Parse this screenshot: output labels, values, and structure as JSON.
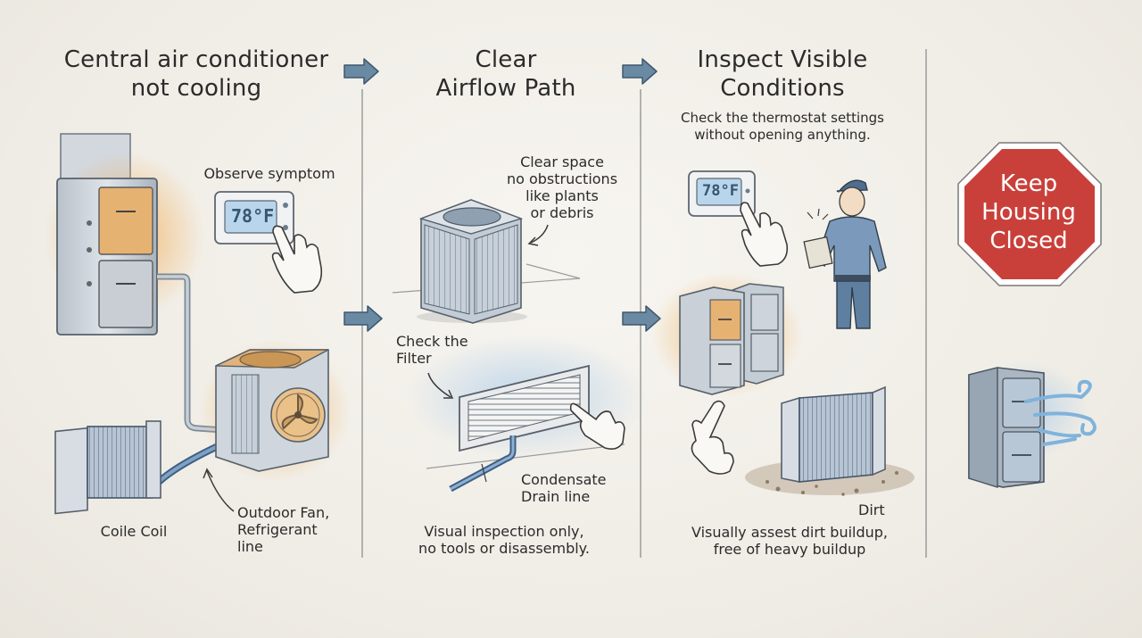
{
  "panels": [
    {
      "title_lines": [
        "Central air conditioner",
        "not cooling"
      ],
      "labels": {
        "observe": "Observe symptom",
        "coil": "Coile Coil",
        "fan_lines": [
          "Outdoor Fan,",
          "Refrigerant",
          "line"
        ]
      }
    },
    {
      "title_lines": [
        "Clear",
        "Airflow Path"
      ],
      "labels": {
        "clear_space_lines": [
          "Clear space",
          "no obstructions",
          "like plants",
          "or debris"
        ],
        "filter_lines": [
          "Check the",
          "Filter"
        ],
        "drain_lines": [
          "Condensate",
          "Drain line"
        ],
        "note_lines": [
          "Visual inspection only,",
          "no tools or disassembly."
        ]
      }
    },
    {
      "title_lines": [
        "Inspect Visible",
        "Conditions"
      ],
      "labels": {
        "thermo_lines": [
          "Check the thermostat settings",
          "without opening anything."
        ],
        "dirt": "Dirt",
        "assess_lines": [
          "Visually assest dirt buildup,",
          "free of heavy buildup"
        ]
      }
    }
  ],
  "stop_sign": {
    "lines": [
      "Keep",
      "Housing",
      "Closed"
    ],
    "color": "#c9403a"
  },
  "thermostat_readings": [
    "78°F",
    "78°F"
  ],
  "icons": [
    "arrow-right-icon",
    "thermostat-icon",
    "hand-pointer-icon",
    "outdoor-unit-icon",
    "furnace-icon",
    "coil-icon",
    "filter-icon",
    "technician-icon",
    "stop-sign-icon",
    "airflow-icon"
  ],
  "colors": {
    "accent_orange": "#e8a24a",
    "accent_blue": "#8fb4d6",
    "arrow": "#5f7f99",
    "stop_red": "#c9403a"
  }
}
